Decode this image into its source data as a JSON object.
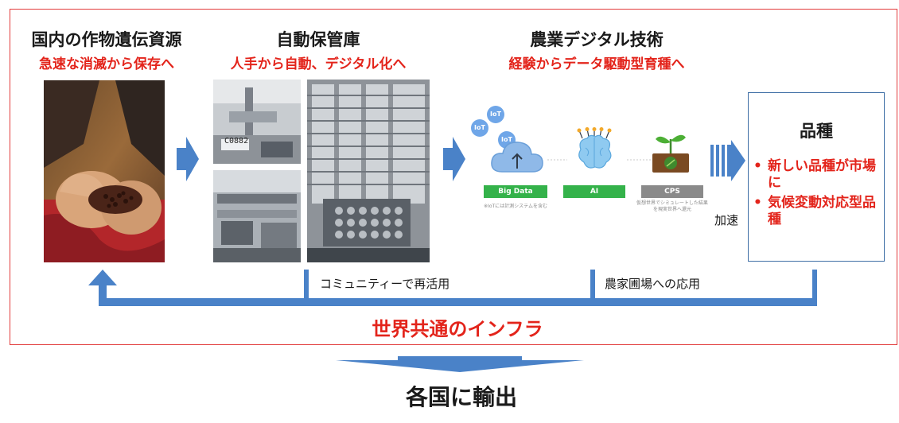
{
  "section1": {
    "title": "国内の作物遺伝資源",
    "subtitle": "急速な消滅から保存へ"
  },
  "section2": {
    "title": "自動保管庫",
    "subtitle": "人手から自動、デジタル化へ",
    "photo_label": "C0882"
  },
  "section3": {
    "title": "農業デジタル技術",
    "subtitle": "経験からデータ駆動型育種へ",
    "iot": [
      "IoT",
      "IoT",
      "IoT"
    ],
    "pills": [
      "Big Data",
      "AI",
      "CPS"
    ],
    "bigdata_note": "※IoTには計測システムを含む",
    "cps_note": "仮想世界でシミュレートした結果を現実世界へ還元"
  },
  "accelerate": "加速",
  "varieties": {
    "title": "品種",
    "items": [
      "新しい品種が市場に",
      "気候変動対応型品種"
    ]
  },
  "feedback": {
    "community": "コミュニティーで再活用",
    "farm": "農家圃場への応用"
  },
  "infrastructure": "世界共通のインフラ",
  "export": "各国に輸出",
  "colors": {
    "accent_red": "#e3241b",
    "arrow_blue": "#4a82c8",
    "frame_red": "#e23b3b",
    "box_border": "#3f6fa6"
  }
}
